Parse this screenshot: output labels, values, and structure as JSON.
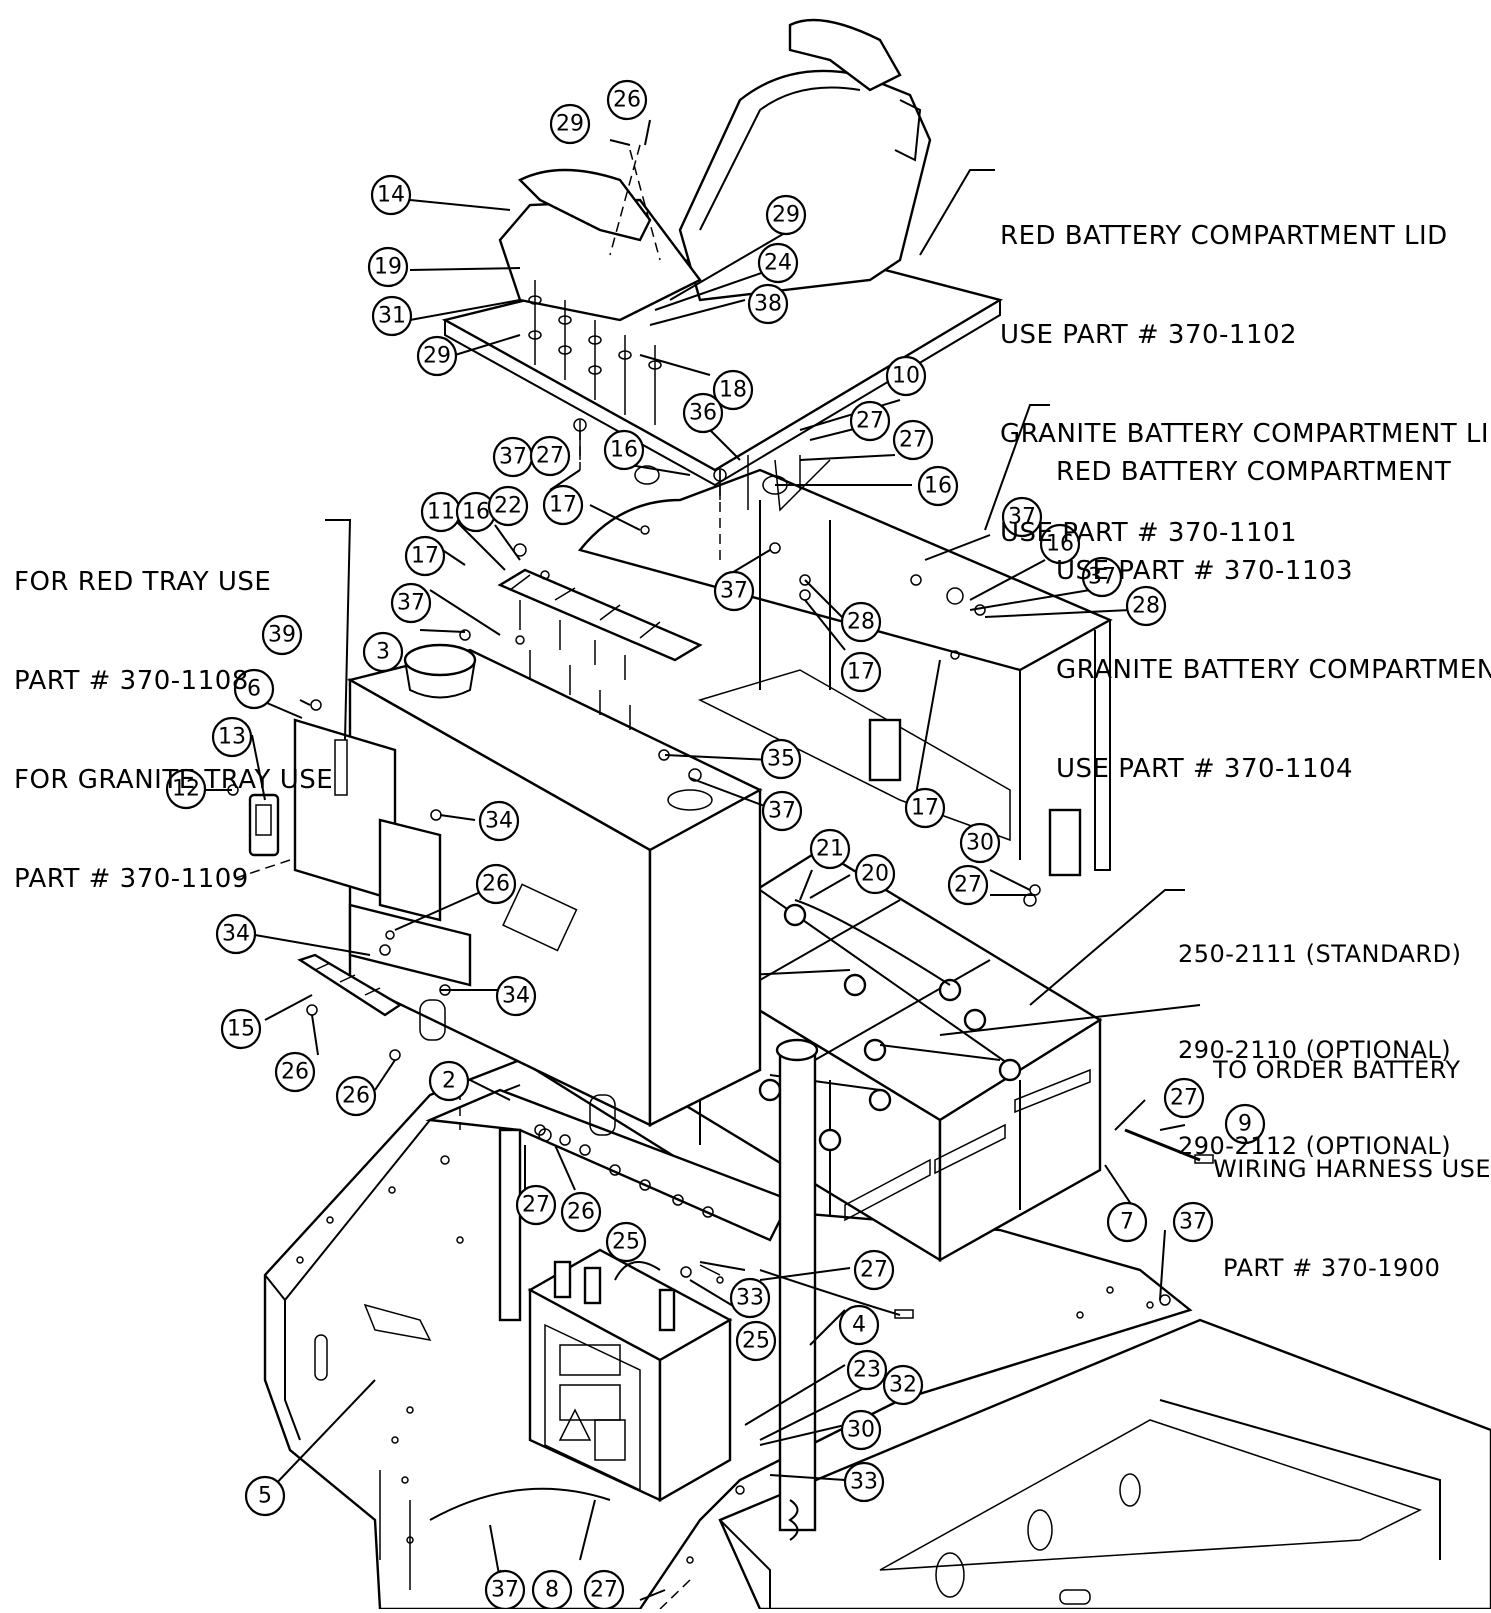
{
  "notes": {
    "lid": [
      "RED BATTERY COMPARTMENT LID",
      "USE PART # 370-1102",
      "GRANITE BATTERY COMPARTMENT LID",
      "USE PART # 370-1101"
    ],
    "compartment": [
      "RED BATTERY COMPARTMENT",
      "USE PART # 370-1103",
      "GRANITE BATTERY COMPARTMENT",
      "USE PART # 370-1104"
    ],
    "tray": [
      "FOR RED TRAY USE",
      "PART # 370-1108",
      "FOR GRANITE TRAY USE",
      "PART # 370-1109"
    ],
    "battery": [
      "250-2111 (STANDARD)",
      "290-2110 (OPTIONAL)",
      "290-2112 (OPTIONAL)"
    ],
    "harness": [
      "TO ORDER BATTERY",
      "WIRING HARNESS USE",
      "PART # 370-1900"
    ]
  },
  "callouts": [
    "26",
    "29",
    "14",
    "29",
    "19",
    "24",
    "31",
    "38",
    "29",
    "18",
    "10",
    "27",
    "37",
    "36",
    "27",
    "16",
    "27",
    "16",
    "37",
    "11",
    "16",
    "22",
    "17",
    "17",
    "16",
    "37",
    "37",
    "28",
    "28",
    "17",
    "37",
    "39",
    "3",
    "6",
    "13",
    "12",
    "35",
    "37",
    "34",
    "17",
    "30",
    "21",
    "20",
    "27",
    "26",
    "34",
    "34",
    "15",
    "26",
    "26",
    "2",
    "27",
    "9",
    "27",
    "26",
    "25",
    "7",
    "37",
    "27",
    "33",
    "25",
    "4",
    "23",
    "32",
    "30",
    "33",
    "5",
    "37",
    "8",
    "27"
  ]
}
